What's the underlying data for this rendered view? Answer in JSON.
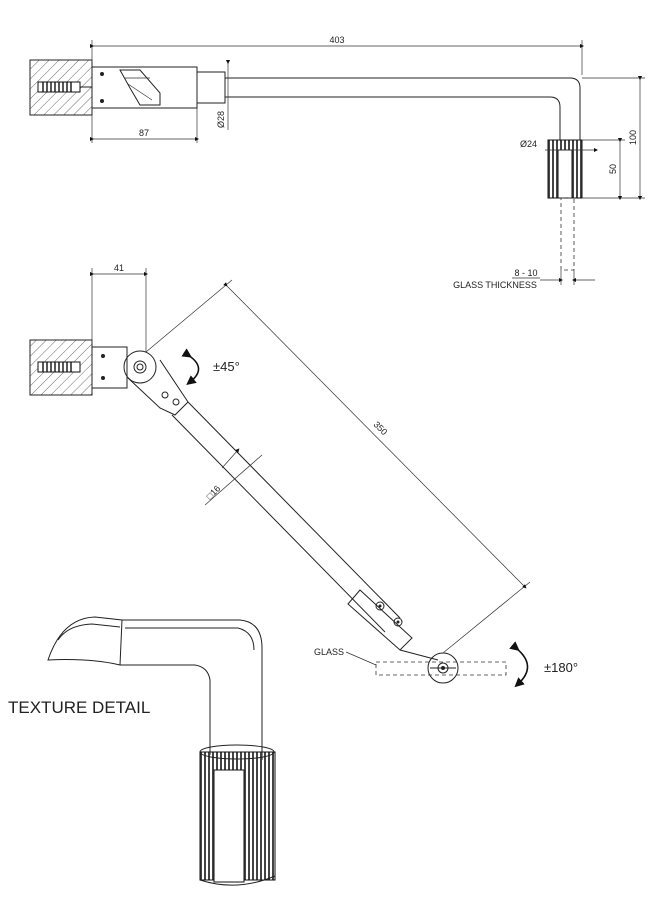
{
  "dimensions": {
    "overall_length": "403",
    "wall_depth": "87",
    "arm_diameter": "Ø28",
    "clamp_diameter": "Ø24",
    "total_height": "100",
    "clamp_height": "50",
    "glass_thickness_value": "8 - 10",
    "glass_thickness_label": "GLASS THICKNESS",
    "hinge_offset": "41",
    "arm_length": "350",
    "bar_section": "□16"
  },
  "rotations": {
    "wall_hinge": "±45°",
    "glass_hinge": "±180°"
  },
  "labels": {
    "glass": "GLASS",
    "texture_detail": "TEXTURE DETAIL"
  }
}
